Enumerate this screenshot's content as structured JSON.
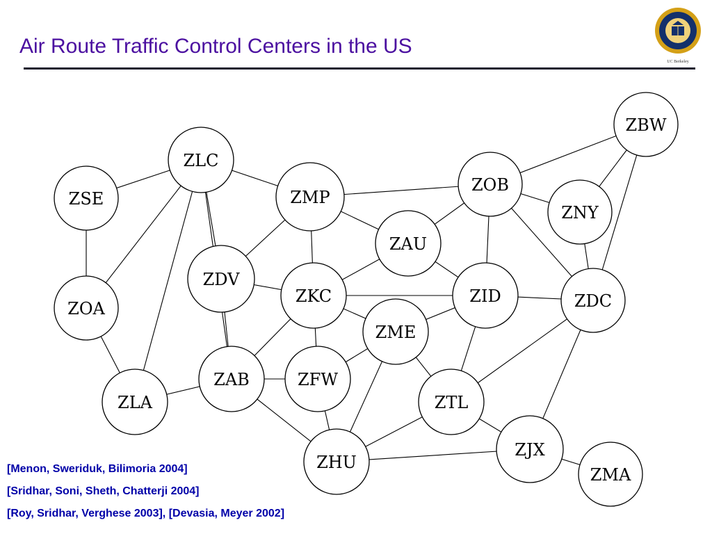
{
  "slide": {
    "title": "Air Route Traffic Control Centers in the US",
    "logo_caption": "UC Berkeley"
  },
  "colors": {
    "title": "#4b0fa0",
    "references": "#0000a8",
    "seal_gold": "#d4a017",
    "seal_navy": "#13306b"
  },
  "graph": {
    "nodes": [
      "ZBW",
      "ZLC",
      "ZSE",
      "ZMP",
      "ZOB",
      "ZNY",
      "ZAU",
      "ZDV",
      "ZKC",
      "ZID",
      "ZDC",
      "ZOA",
      "ZME",
      "ZAB",
      "ZFW",
      "ZLA",
      "ZTL",
      "ZJX",
      "ZHU",
      "ZMA"
    ],
    "edges": [
      [
        "ZBW",
        "ZOB"
      ],
      [
        "ZBW",
        "ZNY"
      ],
      [
        "ZBW",
        "ZDC"
      ],
      [
        "ZLC",
        "ZSE"
      ],
      [
        "ZLC",
        "ZMP"
      ],
      [
        "ZLC",
        "ZDV"
      ],
      [
        "ZLC",
        "ZOA"
      ],
      [
        "ZLC",
        "ZLA"
      ],
      [
        "ZLC",
        "ZAB"
      ],
      [
        "ZSE",
        "ZOA"
      ],
      [
        "ZMP",
        "ZOB"
      ],
      [
        "ZMP",
        "ZAU"
      ],
      [
        "ZMP",
        "ZDV"
      ],
      [
        "ZMP",
        "ZKC"
      ],
      [
        "ZOB",
        "ZNY"
      ],
      [
        "ZOB",
        "ZAU"
      ],
      [
        "ZOB",
        "ZID"
      ],
      [
        "ZOB",
        "ZDC"
      ],
      [
        "ZNY",
        "ZDC"
      ],
      [
        "ZAU",
        "ZKC"
      ],
      [
        "ZAU",
        "ZID"
      ],
      [
        "ZDV",
        "ZKC"
      ],
      [
        "ZDV",
        "ZAB"
      ],
      [
        "ZKC",
        "ZID"
      ],
      [
        "ZKC",
        "ZME"
      ],
      [
        "ZKC",
        "ZFW"
      ],
      [
        "ZKC",
        "ZAB"
      ],
      [
        "ZID",
        "ZDC"
      ],
      [
        "ZID",
        "ZME"
      ],
      [
        "ZID",
        "ZTL"
      ],
      [
        "ZDC",
        "ZTL"
      ],
      [
        "ZDC",
        "ZJX"
      ],
      [
        "ZOA",
        "ZLA"
      ],
      [
        "ZME",
        "ZFW"
      ],
      [
        "ZME",
        "ZTL"
      ],
      [
        "ZME",
        "ZHU"
      ],
      [
        "ZAB",
        "ZFW"
      ],
      [
        "ZAB",
        "ZLA"
      ],
      [
        "ZAB",
        "ZHU"
      ],
      [
        "ZFW",
        "ZHU"
      ],
      [
        "ZTL",
        "ZJX"
      ],
      [
        "ZTL",
        "ZHU"
      ],
      [
        "ZJX",
        "ZHU"
      ],
      [
        "ZJX",
        "ZMA"
      ]
    ]
  },
  "references": [
    "[Menon, Sweriduk, Bilimoria 2004]",
    "[Sridhar, Soni, Sheth, Chatterji 2004]",
    "[Roy, Sridhar, Verghese 2003], [Devasia, Meyer 2002]"
  ]
}
